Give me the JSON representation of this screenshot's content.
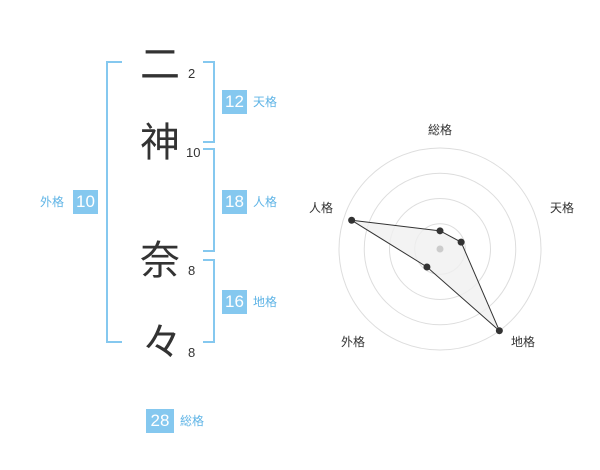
{
  "name": {
    "characters": [
      {
        "char": "二",
        "strokes": "2"
      },
      {
        "char": "神",
        "strokes": "10"
      },
      {
        "char": "奈",
        "strokes": "8"
      },
      {
        "char": "々",
        "strokes": "8"
      }
    ]
  },
  "fortunes": {
    "tenkaku": {
      "label": "天格",
      "value": "12"
    },
    "jinkaku": {
      "label": "人格",
      "value": "18"
    },
    "chikaku": {
      "label": "地格",
      "value": "16"
    },
    "gaikaku": {
      "label": "外格",
      "value": "10"
    },
    "soukaku": {
      "label": "総格",
      "value": "28"
    }
  },
  "radar": {
    "axes": [
      "総格",
      "天格",
      "地格",
      "外格",
      "人格"
    ],
    "levels": 4,
    "values": [
      0.18,
      0.22,
      1.0,
      0.22,
      0.92
    ],
    "colors": {
      "grid": "#dddddd",
      "polygon_fill": "#f0f0f0",
      "polygon_stroke": "#333333",
      "point": "#333333",
      "center": "#cccccc"
    }
  },
  "accent_color": "#85c8ef"
}
